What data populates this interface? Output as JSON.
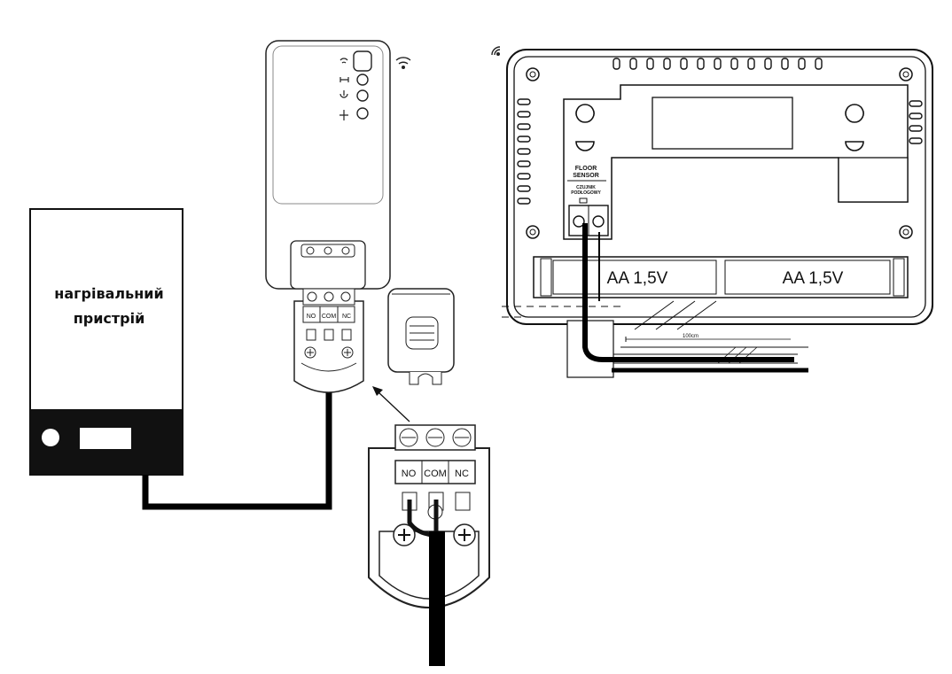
{
  "heater": {
    "line1": "нагрівальний",
    "line2": "пристрій"
  },
  "receiver": {
    "terminals": [
      "NO",
      "COM",
      "NC"
    ]
  },
  "detail": {
    "terminals": [
      "NO",
      "COM",
      "NC"
    ]
  },
  "thermostat": {
    "sensor_label_1": "FLOOR",
    "sensor_label_2": "SENSOR",
    "sensor_label_3": "CZUJNIK",
    "sensor_label_4": "PODŁOGOWY",
    "battery_1": "AA 1,5V",
    "battery_2": "AA 1,5V",
    "distance_label": "100cm"
  },
  "colors": {
    "line": "#111111",
    "cable": "#000000",
    "background": "#ffffff"
  }
}
